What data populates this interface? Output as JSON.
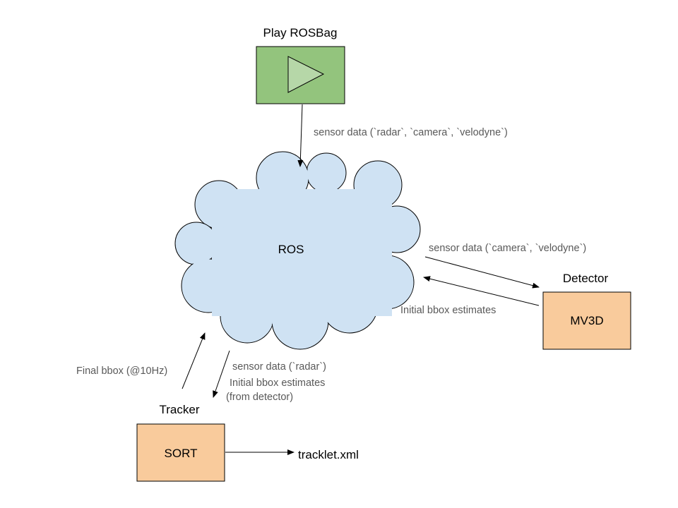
{
  "nodes": {
    "player": {
      "title": "Play ROSBag",
      "icon": "play-icon",
      "fill": "#93c47d",
      "icon_fill": "#b6d7a8"
    },
    "ros": {
      "label": "ROS",
      "fill": "#cfe2f3"
    },
    "detector": {
      "title": "Detector",
      "label": "MV3D",
      "fill": "#f9cb9c"
    },
    "tracker": {
      "title": "Tracker",
      "label": "SORT",
      "fill": "#f9cb9c"
    },
    "output": {
      "label": "tracklet.xml"
    }
  },
  "edges": {
    "player_to_ros": "sensor data (`radar`, `camera`, `velodyne`)",
    "ros_to_detector": "sensor data (`camera`, `velodyne`)",
    "detector_to_ros": "Initial bbox estimates",
    "tracker_to_ros": "Final bbox (@10Hz)",
    "ros_to_tracker_line1": "sensor data (`radar`)",
    "ros_to_tracker_line2": "Initial bbox estimates",
    "ros_to_tracker_line3": "(from detector)"
  }
}
